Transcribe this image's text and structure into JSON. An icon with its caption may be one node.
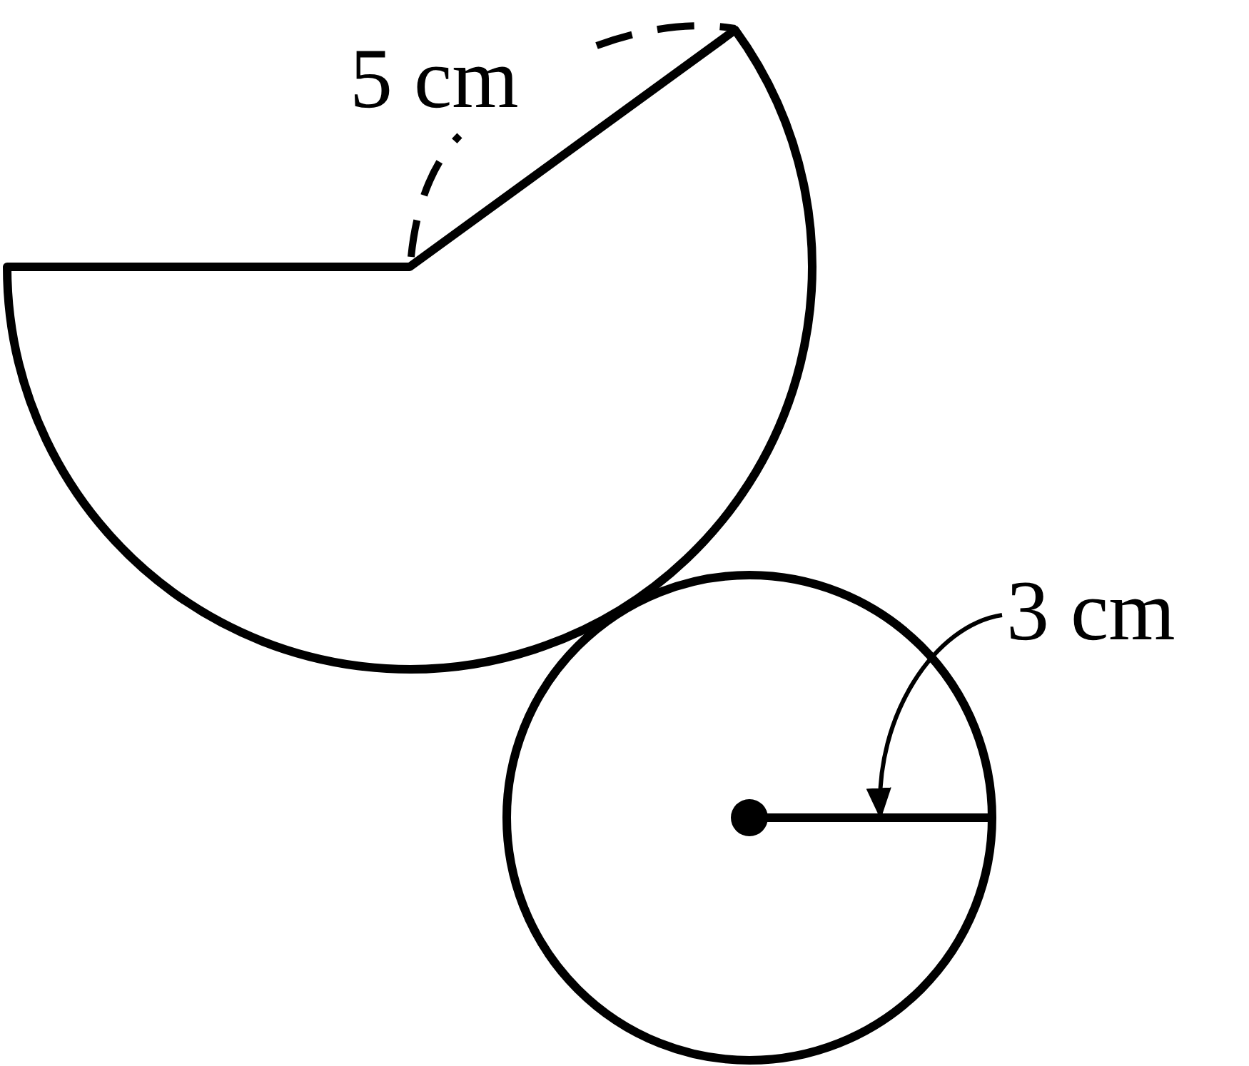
{
  "diagram": {
    "nodes": [
      {
        "text": [
          "3 cm"
        ]
      },
      {
        "text": [],
        "shape": "bar"
      }
    ],
    "edges": [
      {
        "from": 0,
        "to": 1,
        "arrow": "to"
      }
    ],
    "labels": [
      "5 cm"
    ]
  }
}
